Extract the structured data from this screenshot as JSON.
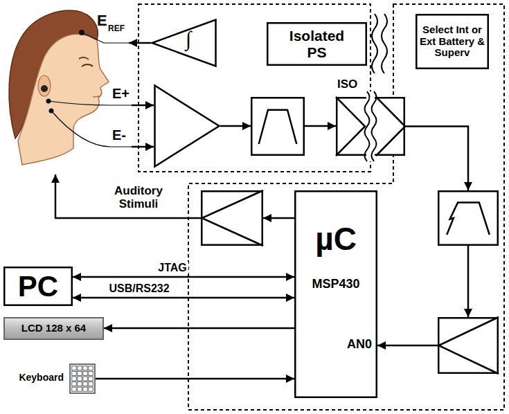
{
  "diagram": {
    "nodes": [
      {
        "text": [
          "∫"
        ]
      },
      {
        "text": [
          "Isolated PS"
        ]
      },
      {
        "text": [
          "Select Int or Ext Battery & Superv"
        ]
      },
      {
        "text": []
      },
      {
        "text": []
      },
      {
        "text": [
          "ISO"
        ]
      },
      {
        "text": []
      },
      {
        "text": []
      },
      {
        "text": [
          "µC",
          "MSP430",
          "AN0"
        ]
      },
      {
        "text": []
      },
      {
        "text": [
          "PC"
        ]
      },
      {
        "text": [
          "LCD 128 x 64"
        ]
      },
      {
        "text": [
          "Keyboard"
        ]
      }
    ],
    "edges": [
      {
        "from": 3,
        "to": 4,
        "arrow": "to"
      },
      {
        "from": 4,
        "to": 5,
        "arrow": "to"
      },
      {
        "from": 5,
        "to": 6,
        "arrow": "to"
      },
      {
        "from": 6,
        "to": 9,
        "arrow": "to"
      },
      {
        "from": 9,
        "to": 8,
        "arrow": "to"
      },
      {
        "from": 8,
        "to": 7,
        "arrow": "to"
      },
      {
        "from": 10,
        "to": 8,
        "label": "JTAG",
        "arrow": "both"
      },
      {
        "from": 10,
        "to": 8,
        "label": "USB/RS232",
        "arrow": "both"
      },
      {
        "from": 8,
        "to": 11,
        "arrow": "to"
      },
      {
        "from": 12,
        "to": 8,
        "arrow": "to"
      }
    ],
    "labels": [
      "E",
      "REF",
      "E+",
      "E-",
      "Auditory Stimuli"
    ]
  }
}
